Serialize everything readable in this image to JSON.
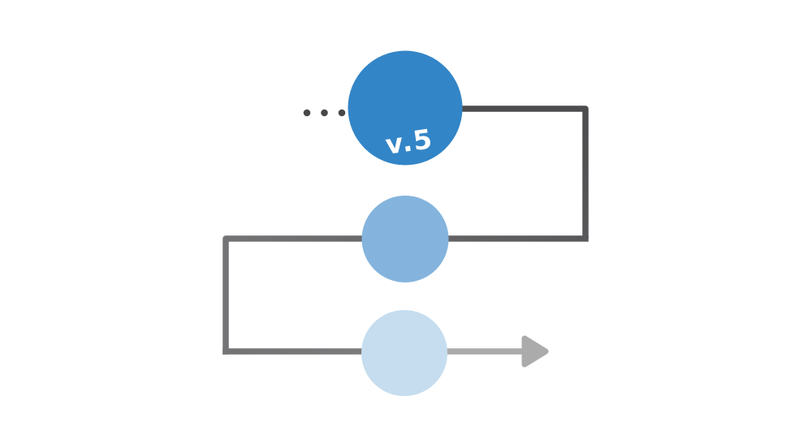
{
  "diagram": {
    "title": "version-iteration-flow",
    "background_color": "#ffffff",
    "ellipsis": {
      "dot_count": 3,
      "dot_color": "#48484a"
    },
    "nodes": [
      {
        "id": "version-5",
        "label": "v.5",
        "label_color": "#ffffff",
        "color": "#3285c7"
      },
      {
        "id": "version-intermediate",
        "label": "",
        "label_color": "#ffffff",
        "color": "#84b4dd"
      },
      {
        "id": "version-latest",
        "label": "",
        "label_color": "#ffffff",
        "color": "#c5ddef"
      }
    ],
    "flow_line": {
      "color_start": "#4c4c4e",
      "color_mid": "#58585a",
      "color_mid2": "#747476",
      "color_mid3": "#7b7b7d",
      "color_end": "#ababab"
    },
    "arrow": {
      "color": "#ababab"
    }
  }
}
